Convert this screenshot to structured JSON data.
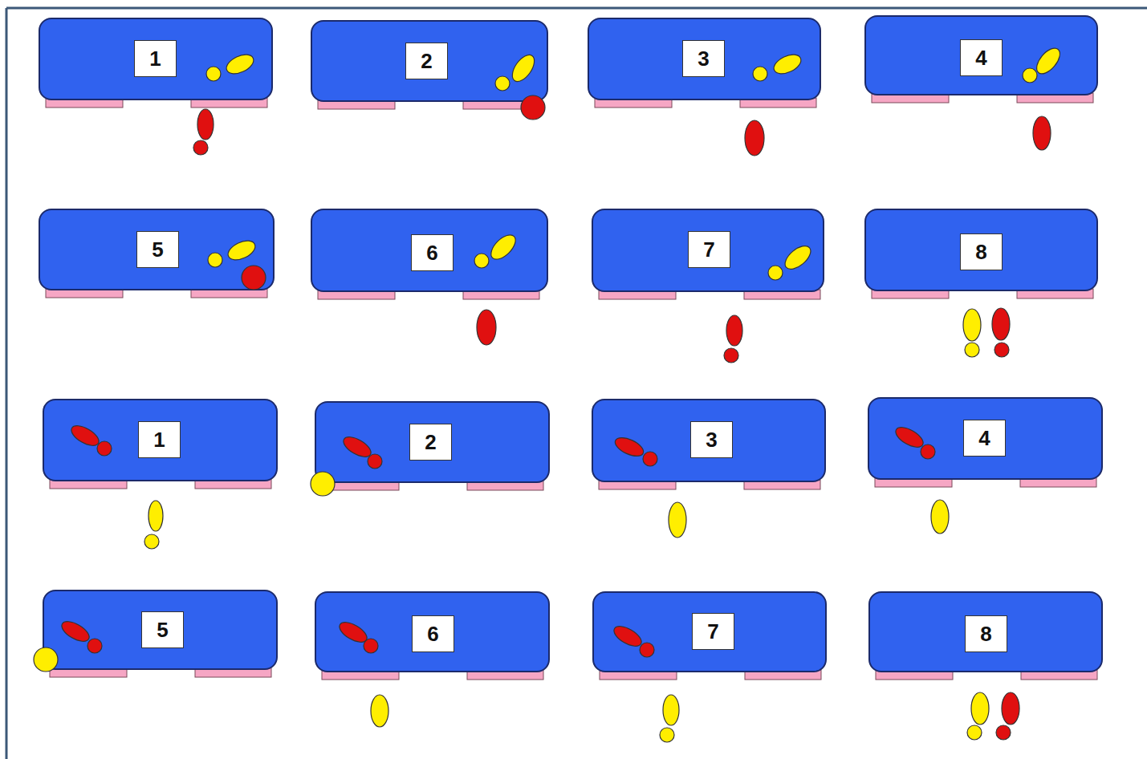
{
  "diagram": {
    "nodes": [
      {
        "text": [
          "1"
        ]
      },
      {
        "text": [
          "2"
        ]
      },
      {
        "text": [
          "3"
        ]
      },
      {
        "text": [
          "4"
        ]
      },
      {
        "text": [
          "5"
        ]
      },
      {
        "text": [
          "6"
        ]
      },
      {
        "text": [
          "7"
        ]
      },
      {
        "text": [
          "8"
        ]
      },
      {
        "text": [
          "1"
        ]
      },
      {
        "text": [
          "2"
        ]
      },
      {
        "text": [
          "3"
        ]
      },
      {
        "text": [
          "4"
        ]
      },
      {
        "text": [
          "5"
        ]
      },
      {
        "text": [
          "6"
        ]
      },
      {
        "text": [
          "7"
        ]
      },
      {
        "text": [
          "8"
        ]
      }
    ]
  }
}
